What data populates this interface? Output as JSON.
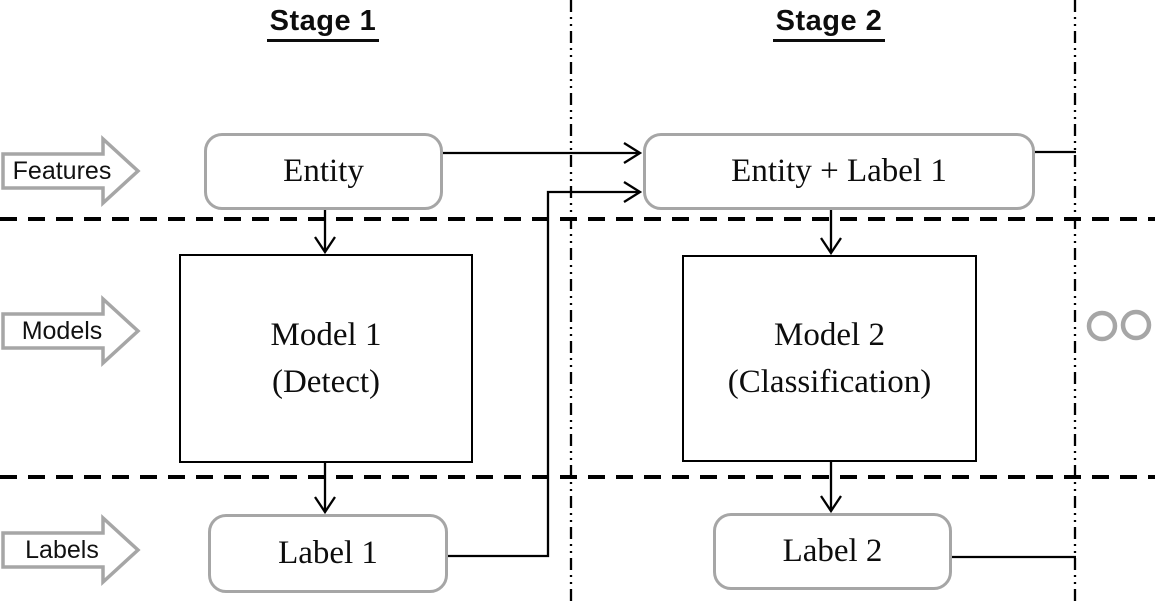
{
  "titles": {
    "stage1": "Stage 1",
    "stage2": "Stage 2"
  },
  "row_labels": {
    "features": "Features",
    "models": "Models",
    "labels": "Labels"
  },
  "stage1": {
    "entity_box": "Entity",
    "model_box_line1": "Model 1",
    "model_box_line2": "(Detect)",
    "label_box": "Label 1"
  },
  "stage2": {
    "entity_box": "Entity + Label 1",
    "model_box_line1": "Model 2",
    "model_box_line2": "(Classification)",
    "label_box": "Label 2"
  },
  "icons": {
    "features_arrow": "right-block-arrow-icon",
    "models_arrow": "right-block-arrow-icon",
    "labels_arrow": "right-block-arrow-icon",
    "continuation": "more-stages-circles-icon"
  },
  "colors": {
    "accent_gray": "#a6a6a6",
    "line_black": "#000000",
    "background": "#ffffff"
  }
}
